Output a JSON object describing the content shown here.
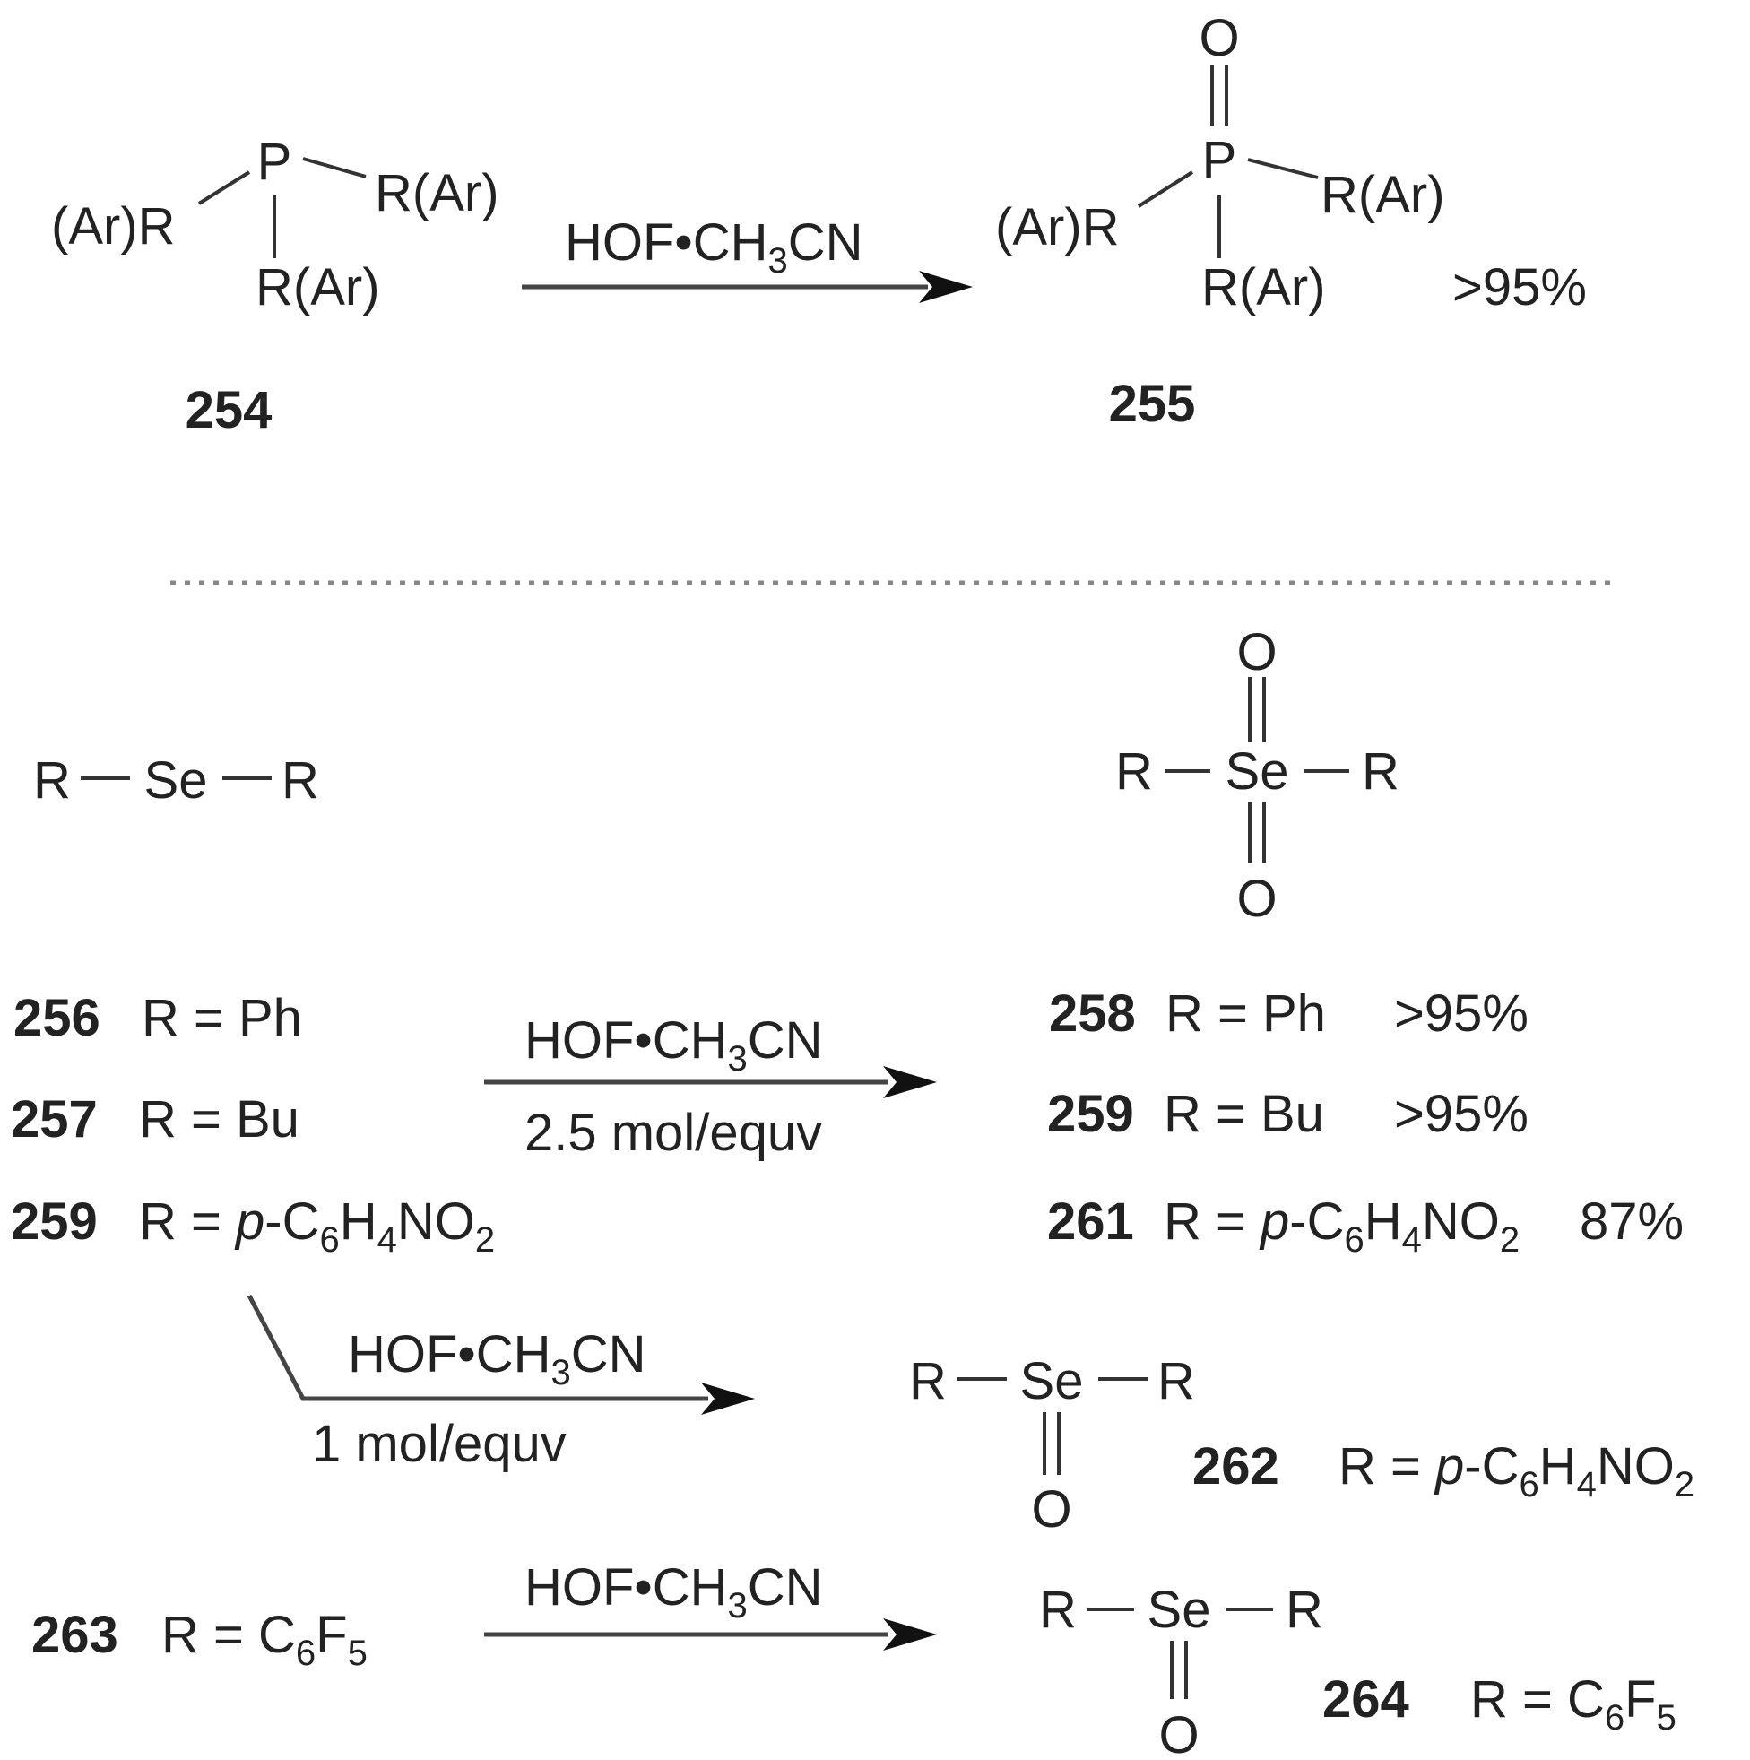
{
  "reagent": "HOF•CH3CN",
  "reagent_parts": {
    "pre": "HOF•CH",
    "sub": "3",
    "post": "CN"
  },
  "phosphine": {
    "p": "P",
    "o": "O",
    "left": "(Ar)R",
    "right": "R(Ar)",
    "bottom": "R(Ar)",
    "start_number": "254",
    "product_number": "255",
    "yield": ">95%"
  },
  "selenide": {
    "r": "R",
    "se": "Se",
    "o": "O",
    "eq": "R = ",
    "substrates": [
      {
        "number": "256",
        "label": "R = Ph"
      },
      {
        "number": "257",
        "label": "R = Bu"
      },
      {
        "number": "259",
        "label": "R = p-C6H4NO2"
      }
    ],
    "conditions_excess": "2.5 mol/equv",
    "products_selenone": [
      {
        "number": "258",
        "label": "R = Ph",
        "yield": ">95%"
      },
      {
        "number": "259",
        "label": "R = Bu",
        "yield": ">95%"
      },
      {
        "number": "261",
        "label": "R = p-C6H4NO2",
        "yield": "87%"
      }
    ],
    "conditions_one": "1 mol/equv",
    "selenoxide_product": {
      "number": "262",
      "label": "R = p-C6H4NO2"
    },
    "pentafluoro_substrate": {
      "number": "263",
      "label": "R = C6F5"
    },
    "pentafluoro_product": {
      "number": "264",
      "label": "R = C6F5"
    }
  },
  "formula_parts": {
    "nitrophenyl": {
      "p": "p",
      "c": "-C",
      "n1": "6",
      "h": "H",
      "n2": "4",
      "no": "NO",
      "n3": "2"
    },
    "pentafluorophenyl": {
      "c": "C",
      "n1": "6",
      "f": "F",
      "n2": "5"
    }
  }
}
